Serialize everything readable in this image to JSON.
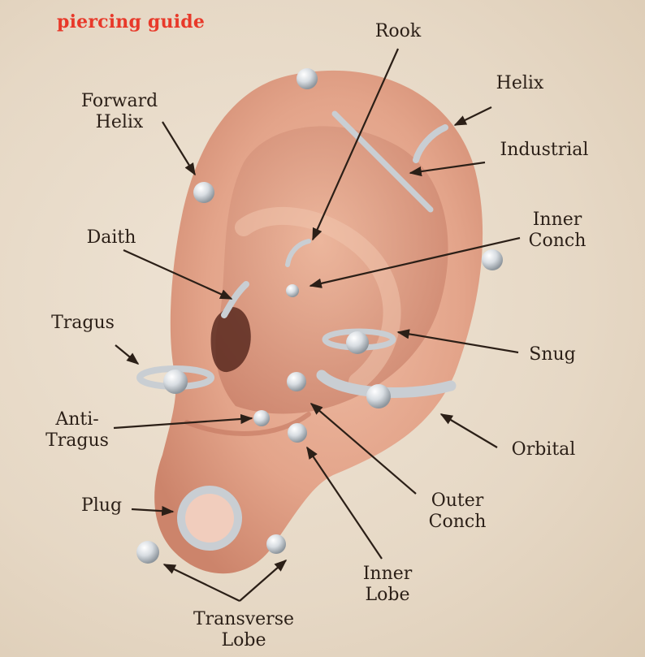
{
  "brand": "piercing guide",
  "labels": {
    "rook": "Rook",
    "forward_helix": [
      "Forward",
      "Helix"
    ],
    "helix": "Helix",
    "industrial": "Industrial",
    "inner_conch": [
      "Inner",
      "Conch"
    ],
    "daith": "Daith",
    "tragus": "Tragus",
    "snug": "Snug",
    "anti_tragus": [
      "Anti-",
      "Tragus"
    ],
    "orbital": "Orbital",
    "plug": "Plug",
    "outer_conch": [
      "Outer",
      "Conch"
    ],
    "inner_lobe": [
      "Inner",
      "Lobe"
    ],
    "transverse_lobe": [
      "Transverse",
      "Lobe"
    ]
  },
  "colors": {
    "brand": "#e8392a",
    "skin": "#e3a48a",
    "skin_shadow": "#c98069",
    "metal": "#c9ced3",
    "text": "#2b1f17",
    "background": "#e9dccb"
  }
}
